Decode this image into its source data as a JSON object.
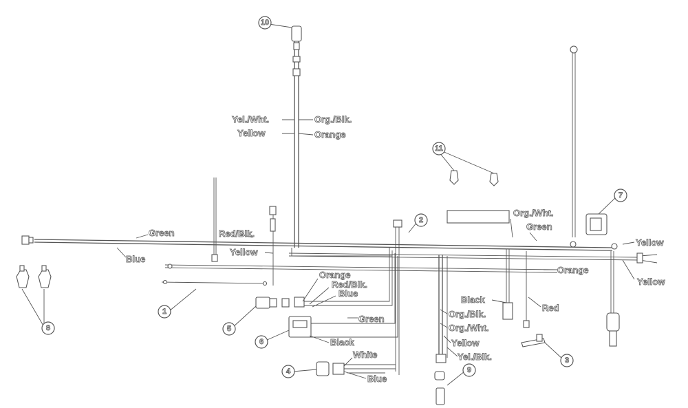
{
  "labels": {
    "green_left": "Green",
    "blue": "Blue",
    "red_blk_left": "Red/Blk.",
    "yellow_left": "Yellow",
    "yel_wht_top": "Yel./Wht.",
    "yellow_top": "Yellow",
    "org_blk_top": "Org./Blk.",
    "orange_top": "Orange",
    "orange_mid": "Orange",
    "red_blk_mid": "Red/Blk.",
    "blue_mid": "Blue",
    "green_mid": "Green",
    "black_mid": "Black",
    "white": "White",
    "blue_bottom": "Blue",
    "org_wht_right": "Org./Wht.",
    "green_right": "Green",
    "yellow_right_top": "Yellow",
    "yellow_right_bottom": "Yellow",
    "orange_right": "Orange",
    "black_right": "Black",
    "red_right": "Red",
    "org_blk_bottom": "Org./Blk.",
    "org_wht_bottom": "Org./Wht.",
    "yellow_bottom": "Yellow",
    "yel_blk_bottom": "Yel./Blk."
  },
  "callouts": {
    "c1": "1",
    "c2": "2",
    "c3": "3",
    "c4": "4",
    "c5": "5",
    "c6": "6",
    "c7": "7",
    "c8": "8",
    "c9": "9",
    "c10": "10",
    "c11": "11"
  }
}
